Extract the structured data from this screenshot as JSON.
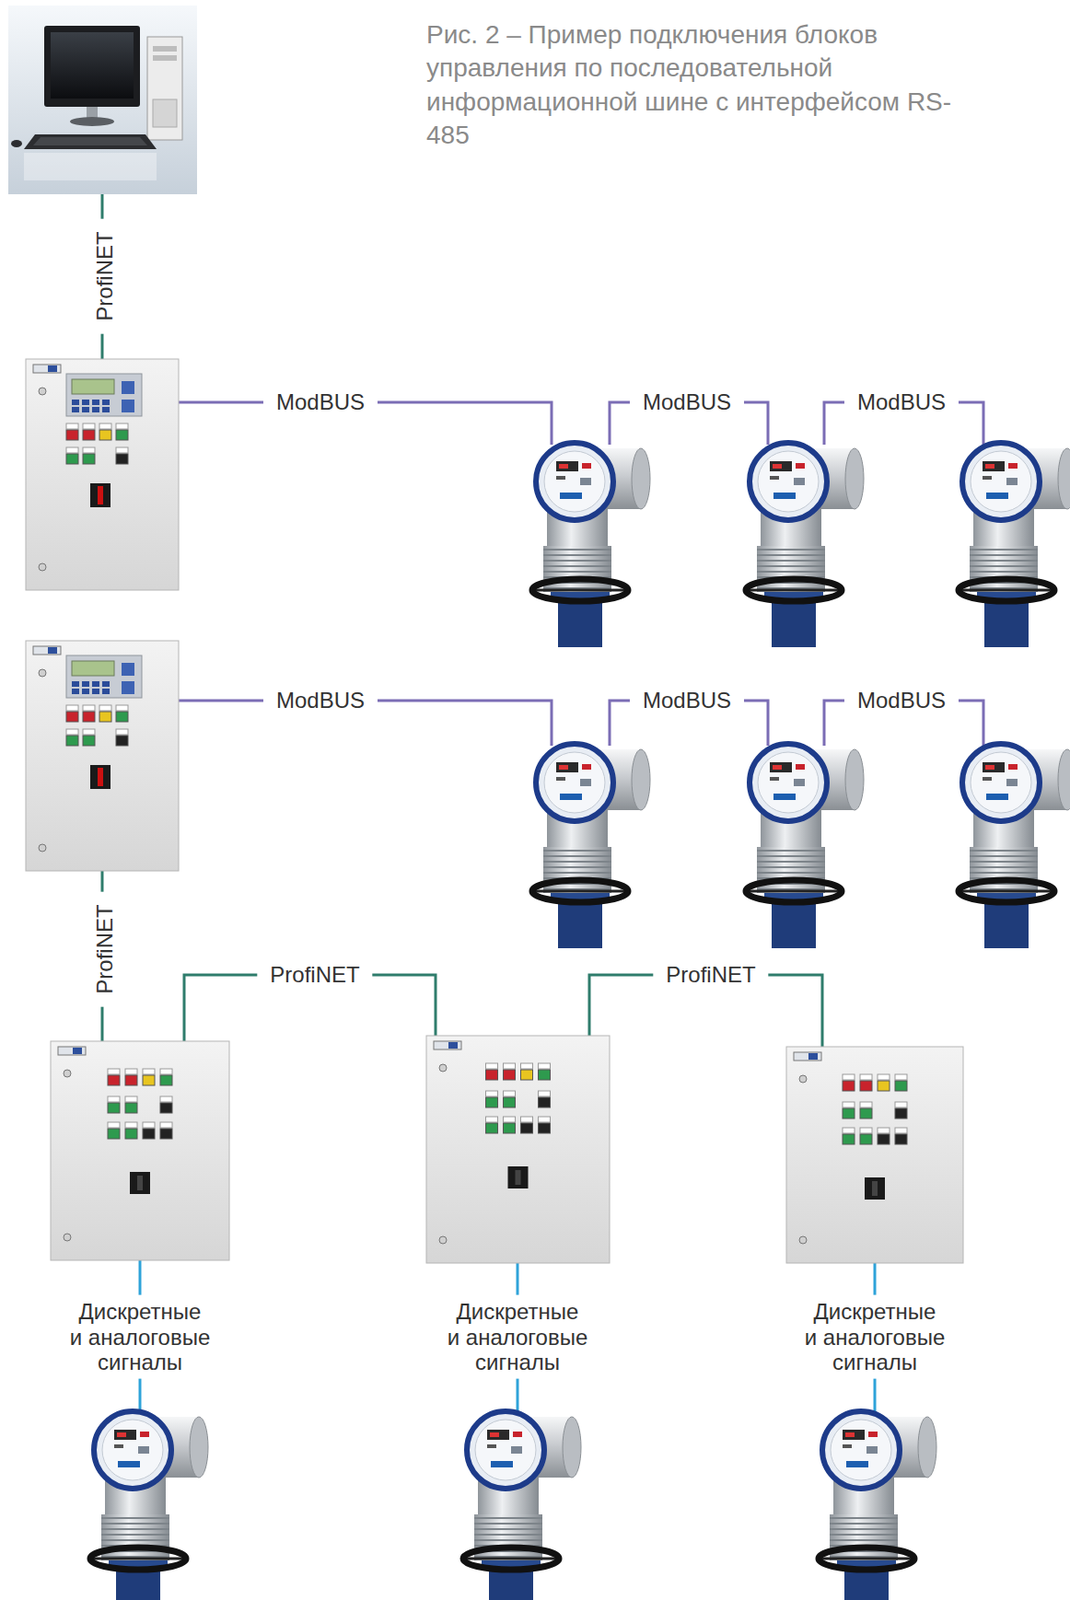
{
  "diagram": {
    "caption": "Рис. 2 – Пример подключения блоков управления по последовательной информационной шине с интерфейсом RS-485",
    "labels": [
      "ProfiNET",
      "ModBUS",
      "ModBUS",
      "ModBUS",
      "ModBUS",
      "ModBUS",
      "ModBUS",
      "ProfiNET",
      "ProfiNET",
      "ProfiNET",
      "Дискретные и аналоговые сигналы",
      "Дискретные и аналоговые сигналы",
      "Дискретные и аналоговые сигналы"
    ]
  }
}
